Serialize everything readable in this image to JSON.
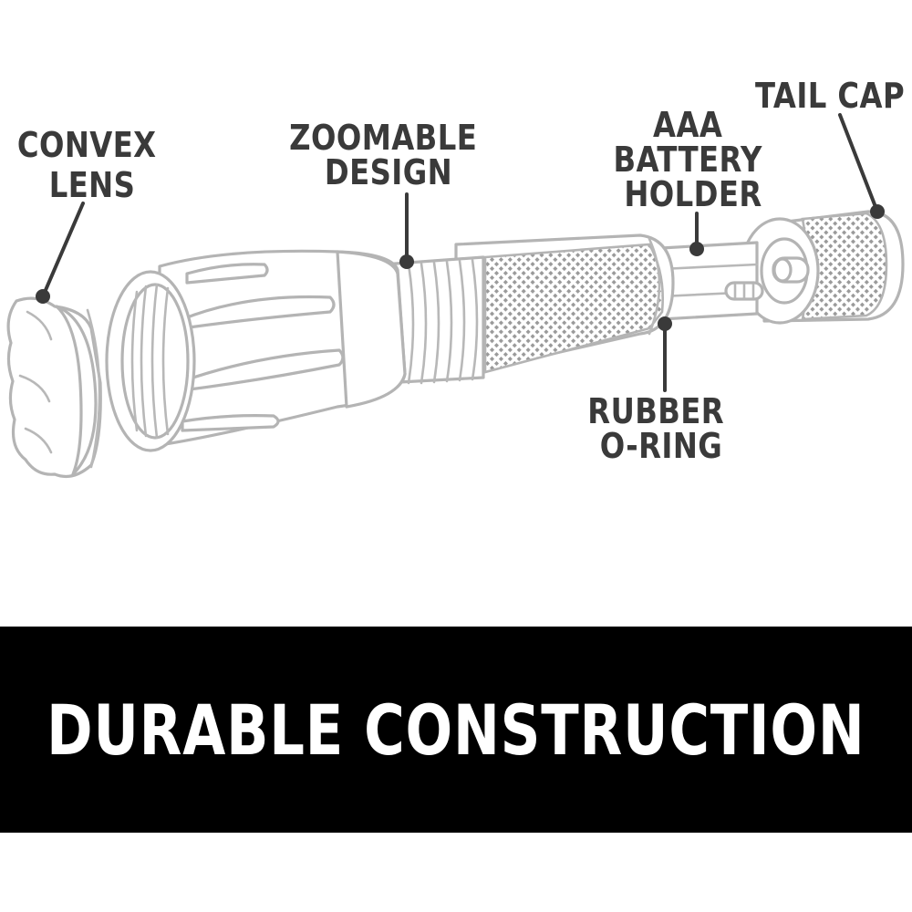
{
  "labels": {
    "convex_lens": [
      "CONVEX",
      "LENS"
    ],
    "zoomable_design": [
      "ZOOMABLE",
      "DESIGN"
    ],
    "battery_holder": [
      "AAA",
      "BATTERY",
      "HOLDER"
    ],
    "tail_cap": [
      "TAIL CAP"
    ],
    "rubber_oring": [
      "RUBBER",
      "O-RING"
    ]
  },
  "banner": {
    "text": "DURABLE CONSTRUCTION"
  },
  "colors": {
    "label": "#3a3a3a",
    "outline": "#b4b4b4",
    "banner_bg": "#000000",
    "banner_text": "#ffffff"
  }
}
